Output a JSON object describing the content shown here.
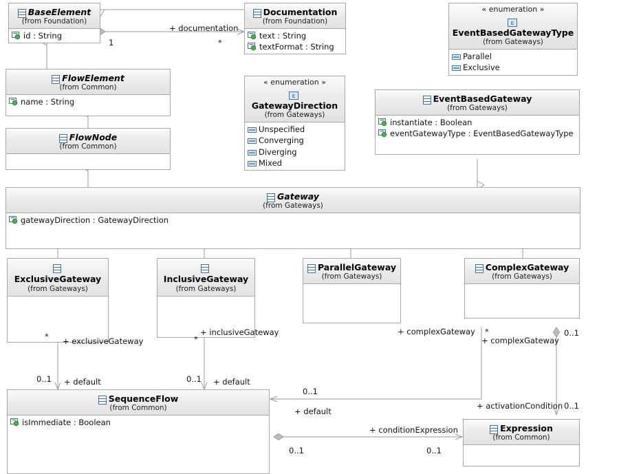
{
  "diagram": {
    "title": "BPMN Gateways UML Class Diagram",
    "line_color": "#9a9a9a",
    "box_border_color": "#a8a8a8",
    "header_fill": "#ececec",
    "body_fill": "#ffffff",
    "attr_icon_color": "#2e7d32",
    "class_icon_color": "#3b6fa8"
  },
  "classes": {
    "base_element": {
      "name": "BaseElement",
      "from": "(from Foundation)",
      "icon": "class-icon",
      "attributes": [
        {
          "text": "id : String",
          "icon": "attribute-icon"
        }
      ]
    },
    "documentation": {
      "name": "Documentation",
      "from": "(from Foundation)",
      "icon": "class-icon",
      "attributes": [
        {
          "text": "text : String",
          "icon": "attribute-icon"
        },
        {
          "text": "textFormat : String",
          "icon": "attribute-icon"
        }
      ]
    },
    "event_based_gateway_type": {
      "stereotype": "« enumeration »",
      "name": "EventBasedGatewayType",
      "from": "(from Gateways)",
      "icon": "enumeration-icon",
      "literals": [
        {
          "text": "Parallel",
          "icon": "enum-literal-icon"
        },
        {
          "text": "Exclusive",
          "icon": "enum-literal-icon"
        }
      ]
    },
    "flow_element": {
      "name": "FlowElement",
      "from": "(from Common)",
      "icon": "class-icon",
      "attributes": [
        {
          "text": "name : String",
          "icon": "attribute-icon"
        }
      ]
    },
    "gateway_direction": {
      "stereotype": "« enumeration »",
      "name": "GatewayDirection",
      "from": "(from Gateways)",
      "icon": "enumeration-icon",
      "literals": [
        {
          "text": "Unspecified",
          "icon": "enum-literal-icon"
        },
        {
          "text": "Converging",
          "icon": "enum-literal-icon"
        },
        {
          "text": "Diverging",
          "icon": "enum-literal-icon"
        },
        {
          "text": "Mixed",
          "icon": "enum-literal-icon"
        }
      ]
    },
    "event_based_gateway": {
      "name": "EventBasedGateway",
      "from": "(from Gateways)",
      "icon": "class-icon",
      "attributes": [
        {
          "text": "instantiate : Boolean",
          "icon": "attribute-icon"
        },
        {
          "text": "eventGatewayType : EventBasedGatewayType",
          "icon": "attribute-icon"
        }
      ]
    },
    "flow_node": {
      "name": "FlowNode",
      "from": "(from Common)",
      "icon": "class-icon",
      "attributes": []
    },
    "gateway": {
      "name": "Gateway",
      "from": "(from Gateways)",
      "icon": "class-icon",
      "attributes": [
        {
          "text": "gatewayDirection : GatewayDirection",
          "icon": "attribute-icon"
        }
      ]
    },
    "exclusive_gateway": {
      "name": "ExclusiveGateway",
      "from": "(from Gateways)",
      "icon": "class-icon",
      "attributes": []
    },
    "inclusive_gateway": {
      "name": "InclusiveGateway",
      "from": "(from Gateways)",
      "icon": "class-icon",
      "attributes": []
    },
    "parallel_gateway": {
      "name": "ParallelGateway",
      "from": "(from Gateways)",
      "icon": "class-icon",
      "attributes": []
    },
    "complex_gateway": {
      "name": "ComplexGateway",
      "from": "(from Gateways)",
      "icon": "class-icon",
      "attributes": []
    },
    "sequence_flow": {
      "name": "SequenceFlow",
      "from": "(from Common)",
      "icon": "class-icon",
      "attributes": [
        {
          "text": "isImmediate : Boolean",
          "icon": "attribute-icon"
        }
      ]
    },
    "expression": {
      "name": "Expression",
      "from": "(from Common)",
      "icon": "class-icon",
      "attributes": []
    }
  },
  "edge_labels": {
    "documentation_role": "+ documentation",
    "documentation_src_mult": "1",
    "documentation_tgt_mult": "*",
    "exclusive_role": "+ exclusiveGateway",
    "exclusive_mult": "*",
    "exclusive_default_role": "+ default",
    "exclusive_default_mult": "0..1",
    "inclusive_role": "+ inclusiveGateway",
    "inclusive_mult": "*",
    "inclusive_default_role": "+ default",
    "inclusive_default_mult": "0..1",
    "complex_role_left": "+ complexGateway",
    "complex_role_right": "+ complexGateway",
    "complex_mult": "*",
    "complex_agg_mult": "0..1",
    "complex_default_mult": "0..1",
    "complex_default_role": "+ default",
    "activation_role": "+ activationCondition",
    "activation_mult": "0..1",
    "condition_role": "+ conditionExpression",
    "condition_src_mult": "0..1",
    "condition_tgt_mult": "0..1"
  }
}
